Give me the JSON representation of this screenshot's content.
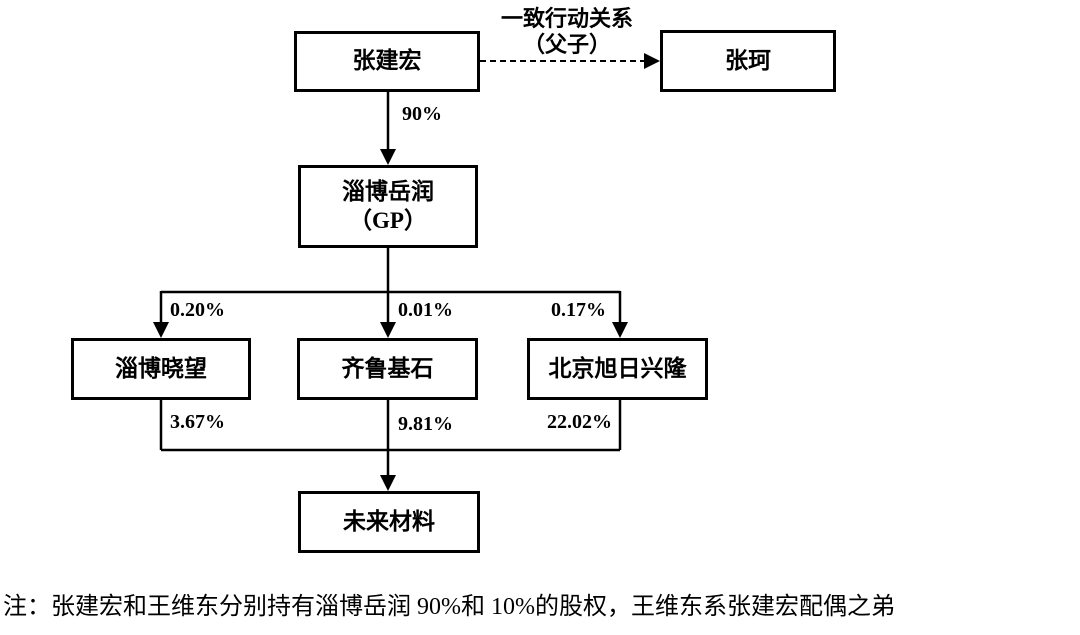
{
  "page": {
    "background_color": "#ffffff",
    "line_color": "#000000",
    "text_color": "#000000"
  },
  "nodes": {
    "zhang_jianhong": {
      "label": "张建宏"
    },
    "zhang_ke": {
      "label": "张珂"
    },
    "zibo_yuerun": {
      "label_line1": "淄博岳润",
      "label_line2": "（GP）"
    },
    "zibo_xiaowang": {
      "label": "淄博晓望"
    },
    "qilu_jishi": {
      "label": "齐鲁基石"
    },
    "beijing_xuri_xinglong": {
      "label": "北京旭日兴隆"
    },
    "weilai_cailiao": {
      "label": "未来材料"
    }
  },
  "edges": {
    "relation": {
      "label_line1": "一致行动关系",
      "label_line2": "（父子）",
      "style": "dashed",
      "from": "张建宏",
      "to": "张珂"
    },
    "zhang_jianhong_to_zibo_yuerun": {
      "percent": "90%"
    },
    "zibo_yuerun_to_zibo_xiaowang": {
      "percent": "0.20%"
    },
    "zibo_yuerun_to_qilu_jishi": {
      "percent": "0.01%"
    },
    "zibo_yuerun_to_beijing_xuri_xinglong": {
      "percent": "0.17%"
    },
    "zibo_xiaowang_to_weilai_cailiao": {
      "percent": "3.67%"
    },
    "qilu_jishi_to_weilai_cailiao": {
      "percent": "9.81%"
    },
    "beijing_xuri_xinglong_to_weilai_cailiao": {
      "percent": "22.02%"
    }
  },
  "note": "注：张建宏和王维东分别持有淄博岳润 90%和 10%的股权，王维东系张建宏配偶之弟"
}
